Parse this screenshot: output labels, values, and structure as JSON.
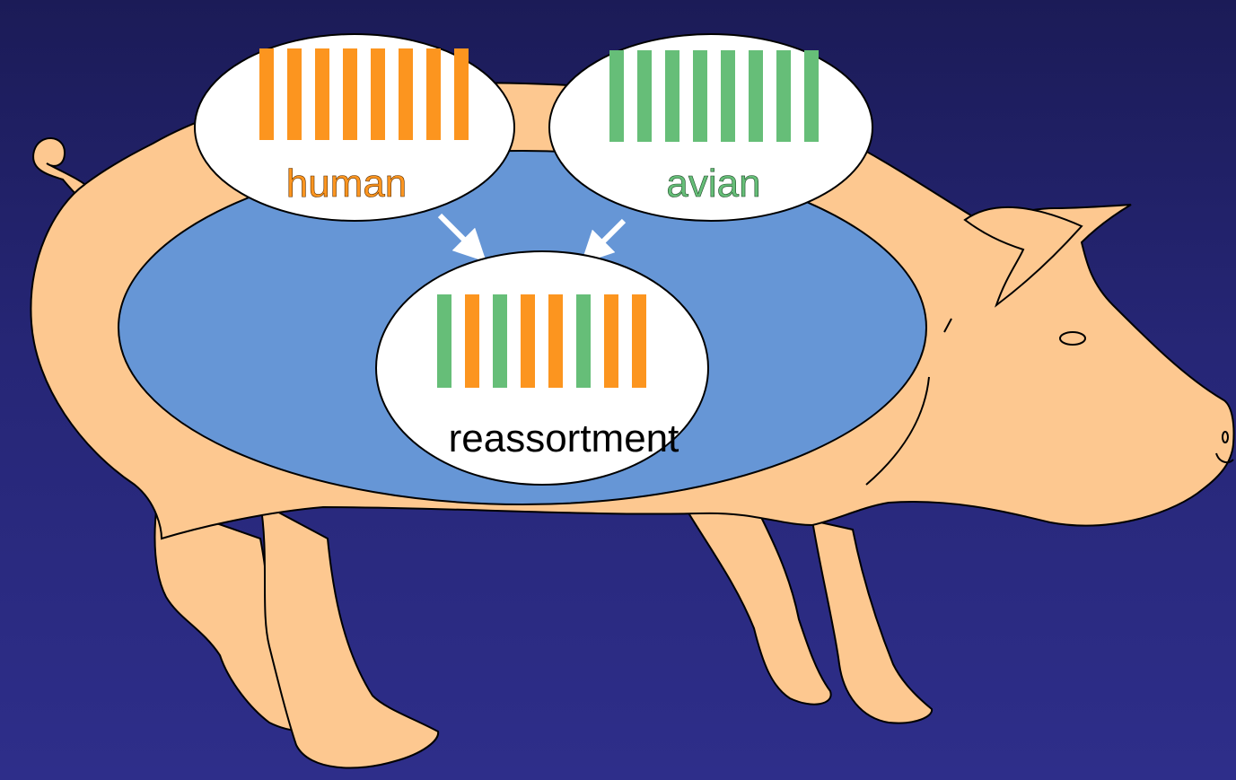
{
  "colors": {
    "background": "#23236c",
    "pig_body": "#fdc890",
    "outline": "#000000",
    "reassortment_field": "#6696d6",
    "human_segment": "#fc951f",
    "avian_segment": "#66be78",
    "bubble_fill": "#ffffff",
    "arrow": "#ffffff"
  },
  "icons": {
    "host": "pig-icon",
    "flow": "arrow-icon"
  },
  "human": {
    "label": "human",
    "segments": [
      "human",
      "human",
      "human",
      "human",
      "human",
      "human",
      "human",
      "human"
    ]
  },
  "avian": {
    "label": "avian",
    "segments": [
      "avian",
      "avian",
      "avian",
      "avian",
      "avian",
      "avian",
      "avian",
      "avian"
    ]
  },
  "reassortment": {
    "label": "reassortment",
    "segments": [
      "avian",
      "human",
      "avian",
      "human",
      "human",
      "avian",
      "human",
      "human"
    ]
  }
}
